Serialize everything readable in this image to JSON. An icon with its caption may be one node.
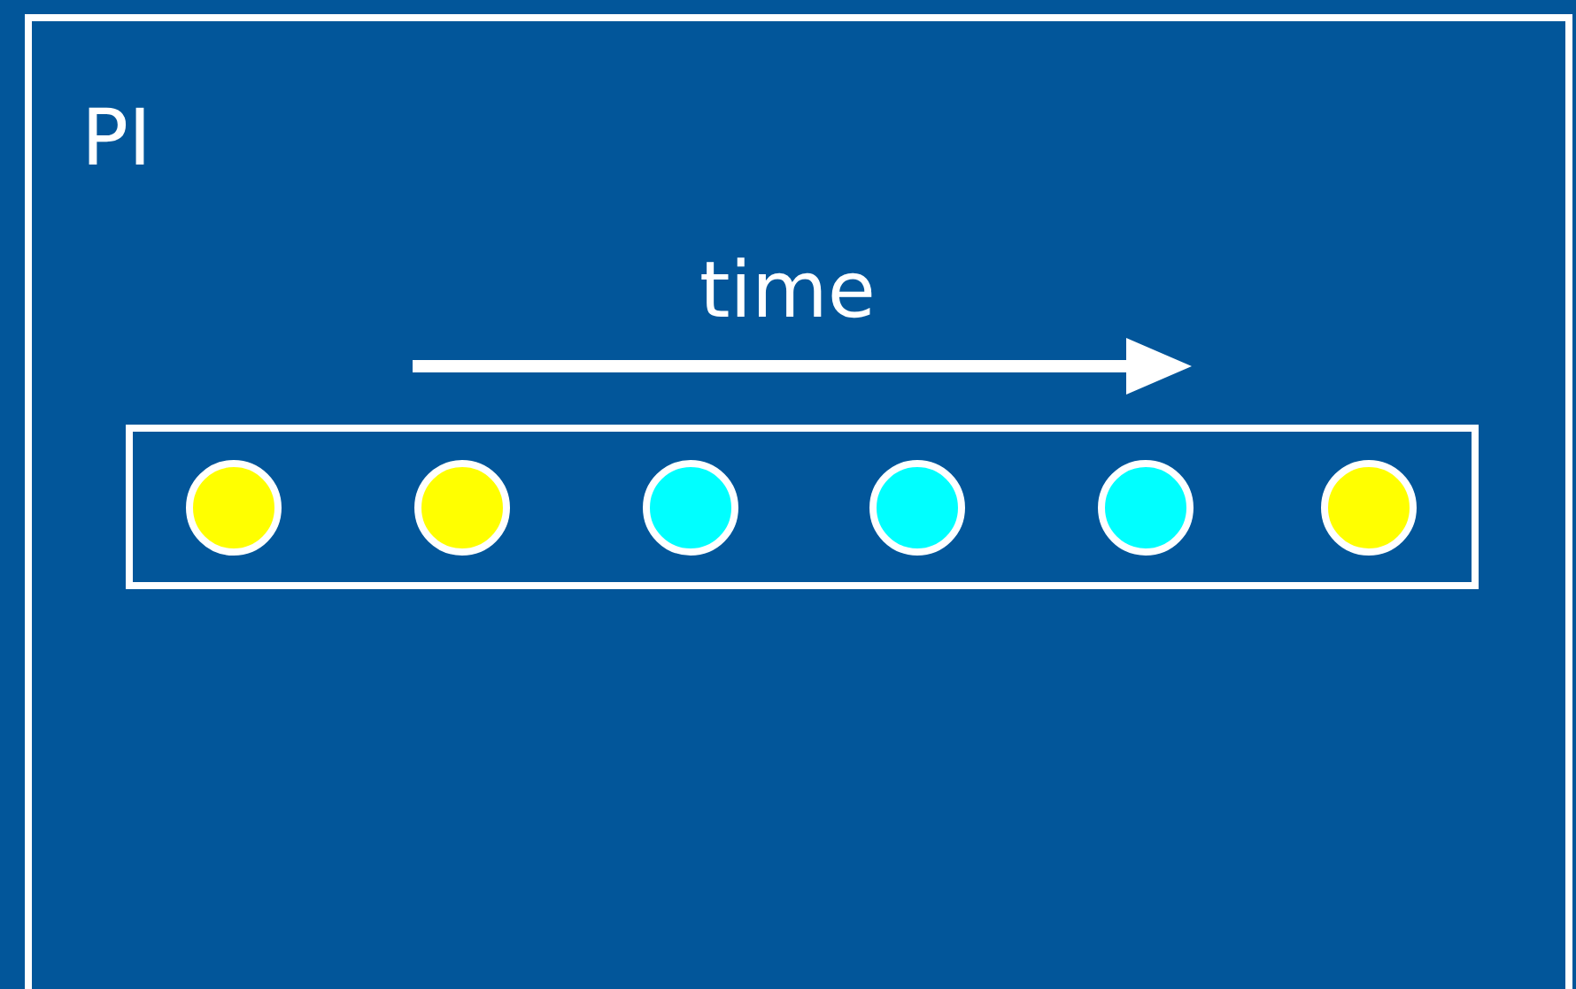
{
  "diagram": {
    "nodes": [
      {
        "text": [
          "PI"
        ]
      },
      {
        "text": [],
        "shape": "box",
        "in": 0
      },
      {
        "text": [],
        "shape": "circle",
        "in": 1
      },
      {
        "text": [],
        "shape": "circle",
        "in": 1
      },
      {
        "text": [],
        "shape": "circle",
        "in": 1
      },
      {
        "text": [],
        "shape": "circle",
        "in": 1
      },
      {
        "text": [],
        "shape": "circle",
        "in": 1
      },
      {
        "text": [],
        "shape": "circle",
        "in": 1
      }
    ],
    "labels": [
      "time"
    ]
  }
}
